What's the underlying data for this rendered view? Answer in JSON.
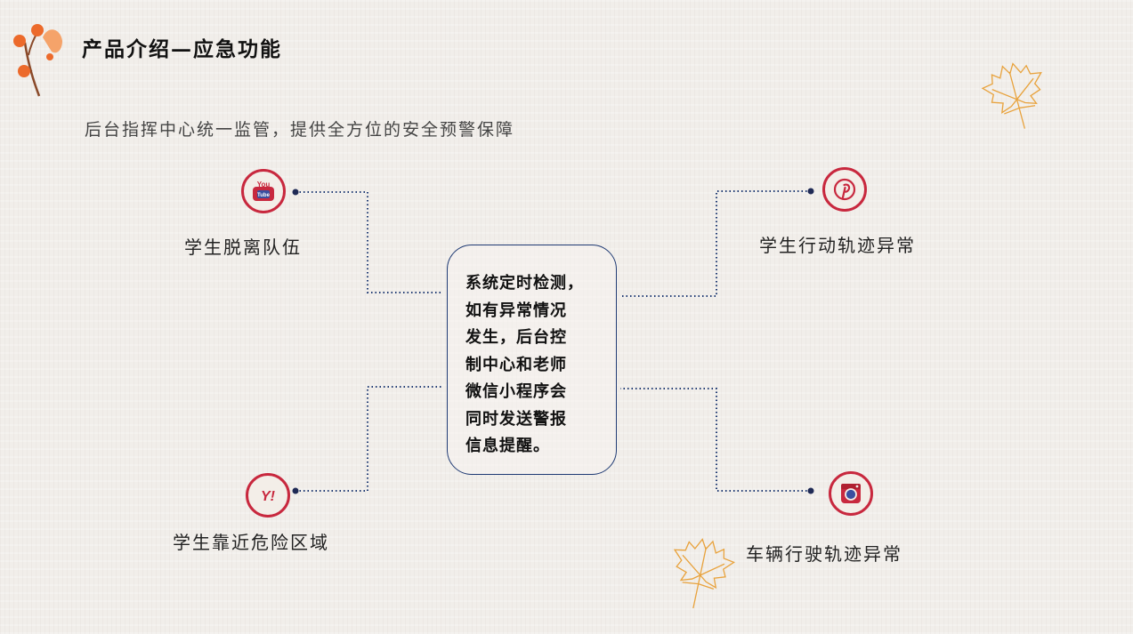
{
  "header": {
    "title": "产品介绍—应急功能",
    "subtitle": "后台指挥中心统一监管，提供全方位的安全预警保障"
  },
  "center": {
    "lines": [
      "系统定时检测，",
      "如有异常情况",
      "发生，后台控",
      "制中心和老师",
      "微信小程序会",
      "同时发送警报",
      "信息提醒。"
    ]
  },
  "items": [
    {
      "label": "学生脱离队伍",
      "icon": "youtube-icon",
      "icon_text": "You Tube"
    },
    {
      "label": "学生行动轨迹异常",
      "icon": "pinterest-icon",
      "icon_text": "P"
    },
    {
      "label": "学生靠近危险区域",
      "icon": "yelp-icon",
      "icon_text": "Y!"
    },
    {
      "label": "车辆行驶轨迹异常",
      "icon": "instagram-icon",
      "icon_text": ""
    }
  ],
  "colors": {
    "accent_red": "#c8283e",
    "line_navy": "#1f3a73",
    "leaf_orange": "#e8a23c",
    "berry_orange": "#ec6a2b"
  }
}
